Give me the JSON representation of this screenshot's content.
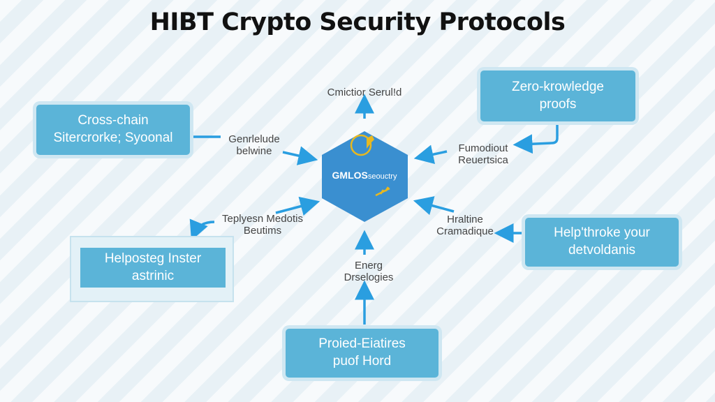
{
  "title": "HIBT Crypto Security Protocols",
  "center": {
    "label_main": "GMLOS",
    "label_sub": "seouctry"
  },
  "boxes": {
    "cross_chain": [
      "Cross-chain",
      "Sitercrorke; Syoonal"
    ],
    "zero_knowledge": [
      "Zero-krowledge",
      "proofs"
    ],
    "helpposteg": [
      "Helposteg Inster",
      "astrinic"
    ],
    "help_throke": [
      "Help'throke your",
      "detvoldanis"
    ],
    "proied": [
      "Proied-Eiatires",
      "puof Hord"
    ]
  },
  "labels": {
    "top": [
      "Cmictior Serul!d"
    ],
    "left_upper": [
      "Genrlelude",
      "belwine"
    ],
    "right_upper": [
      "Fumodiout",
      "Reuertsica"
    ],
    "left_lower": [
      "Teplyesn Medotis",
      "Beutims"
    ],
    "right_lower": [
      "Hraltine",
      "Cramadique"
    ],
    "bottom": [
      "Energ",
      "Drselogies"
    ]
  },
  "colors": {
    "box": "#5bb4d8",
    "hex": "#3a8fd0",
    "arrow": "#2a9ee0",
    "accent": "#e8b820"
  }
}
